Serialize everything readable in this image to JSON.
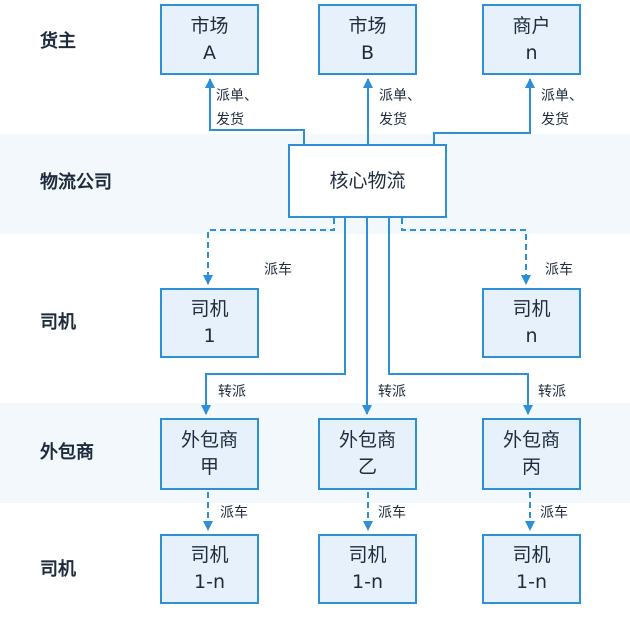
{
  "colors": {
    "line": "#2d8fd6",
    "node_fill": "#e6f1fc",
    "band": "#f3f8fc",
    "text": "#1f2b3d"
  },
  "rows": {
    "shipper": "货主",
    "logistics": "物流公司",
    "driver_top": "司机",
    "outsourcer": "外包商",
    "driver_bottom": "司机"
  },
  "nodes": {
    "market_a": [
      "市场",
      "A"
    ],
    "market_b": [
      "市场",
      "B"
    ],
    "merchant_n": [
      "商户",
      "n"
    ],
    "core_logistics": "核心物流",
    "driver_1": [
      "司机",
      "1"
    ],
    "driver_n": [
      "司机",
      "n"
    ],
    "outsourcer_jia": [
      "外包商",
      "甲"
    ],
    "outsourcer_yi": [
      "外包商",
      "乙"
    ],
    "outsourcer_bing": [
      "外包商",
      "丙"
    ],
    "driver_jia": [
      "司机",
      "1-n"
    ],
    "driver_yi": [
      "司机",
      "1-n"
    ],
    "driver_bing": [
      "司机",
      "1-n"
    ]
  },
  "edge_labels": {
    "dispatch_ship": [
      "派单、",
      "发货"
    ],
    "dispatch_car": "派车",
    "transfer": "转派"
  }
}
